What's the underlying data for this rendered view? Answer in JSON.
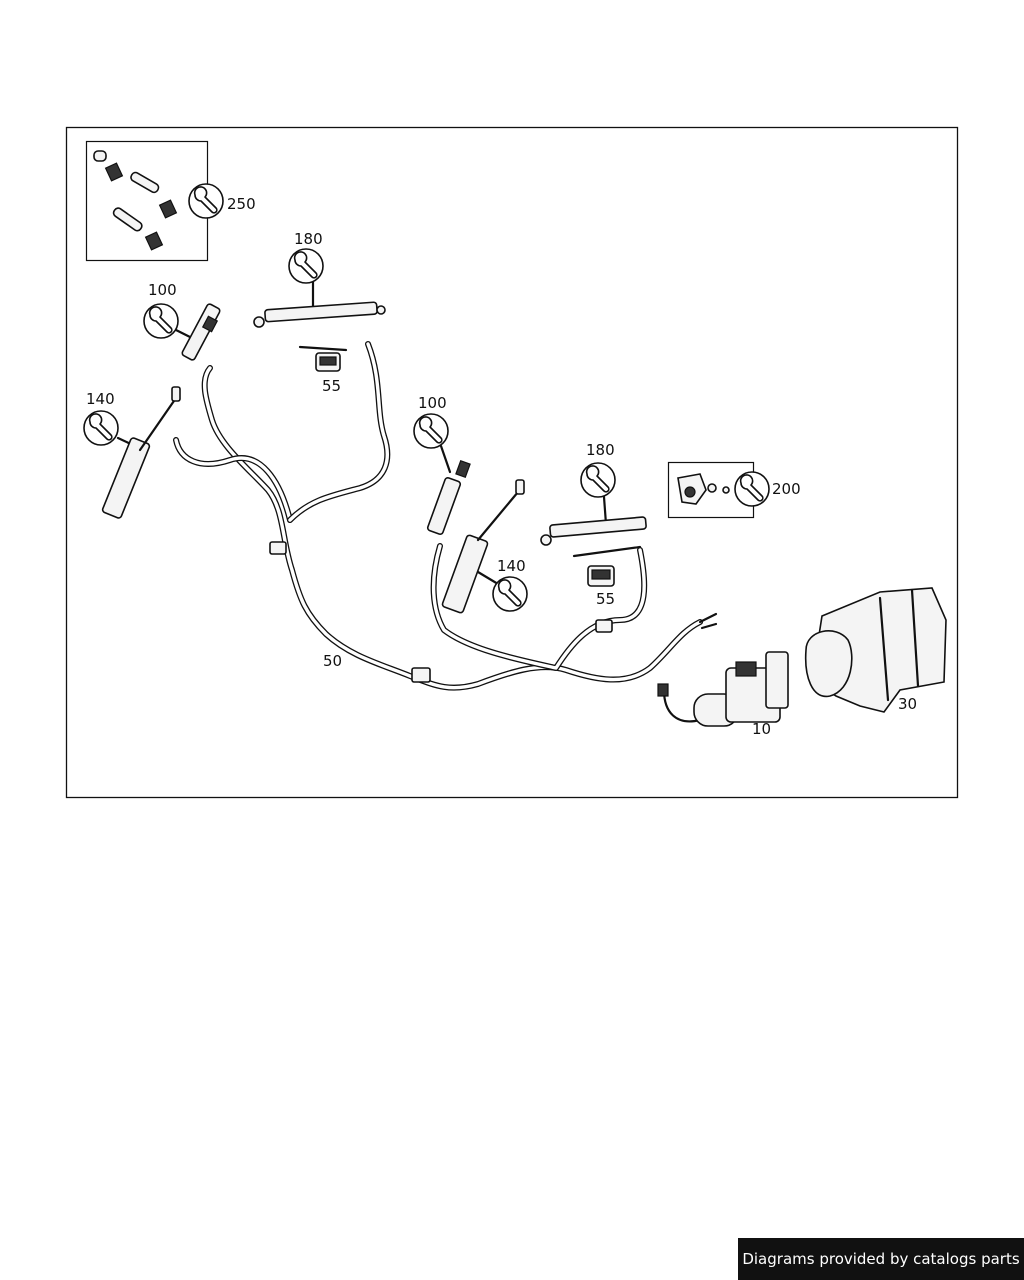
{
  "callouts": {
    "c250": "250",
    "c180a": "180",
    "c100a": "100",
    "c55a": "55",
    "c140a": "140",
    "c100b": "100",
    "c180b": "180",
    "c200": "200",
    "c140b": "140",
    "c55b": "55",
    "c50": "50",
    "c10": "10",
    "c30": "30"
  },
  "icons": {
    "service": "wrench-icon"
  },
  "footer": {
    "text": "Diagrams provided by catalogs parts"
  }
}
